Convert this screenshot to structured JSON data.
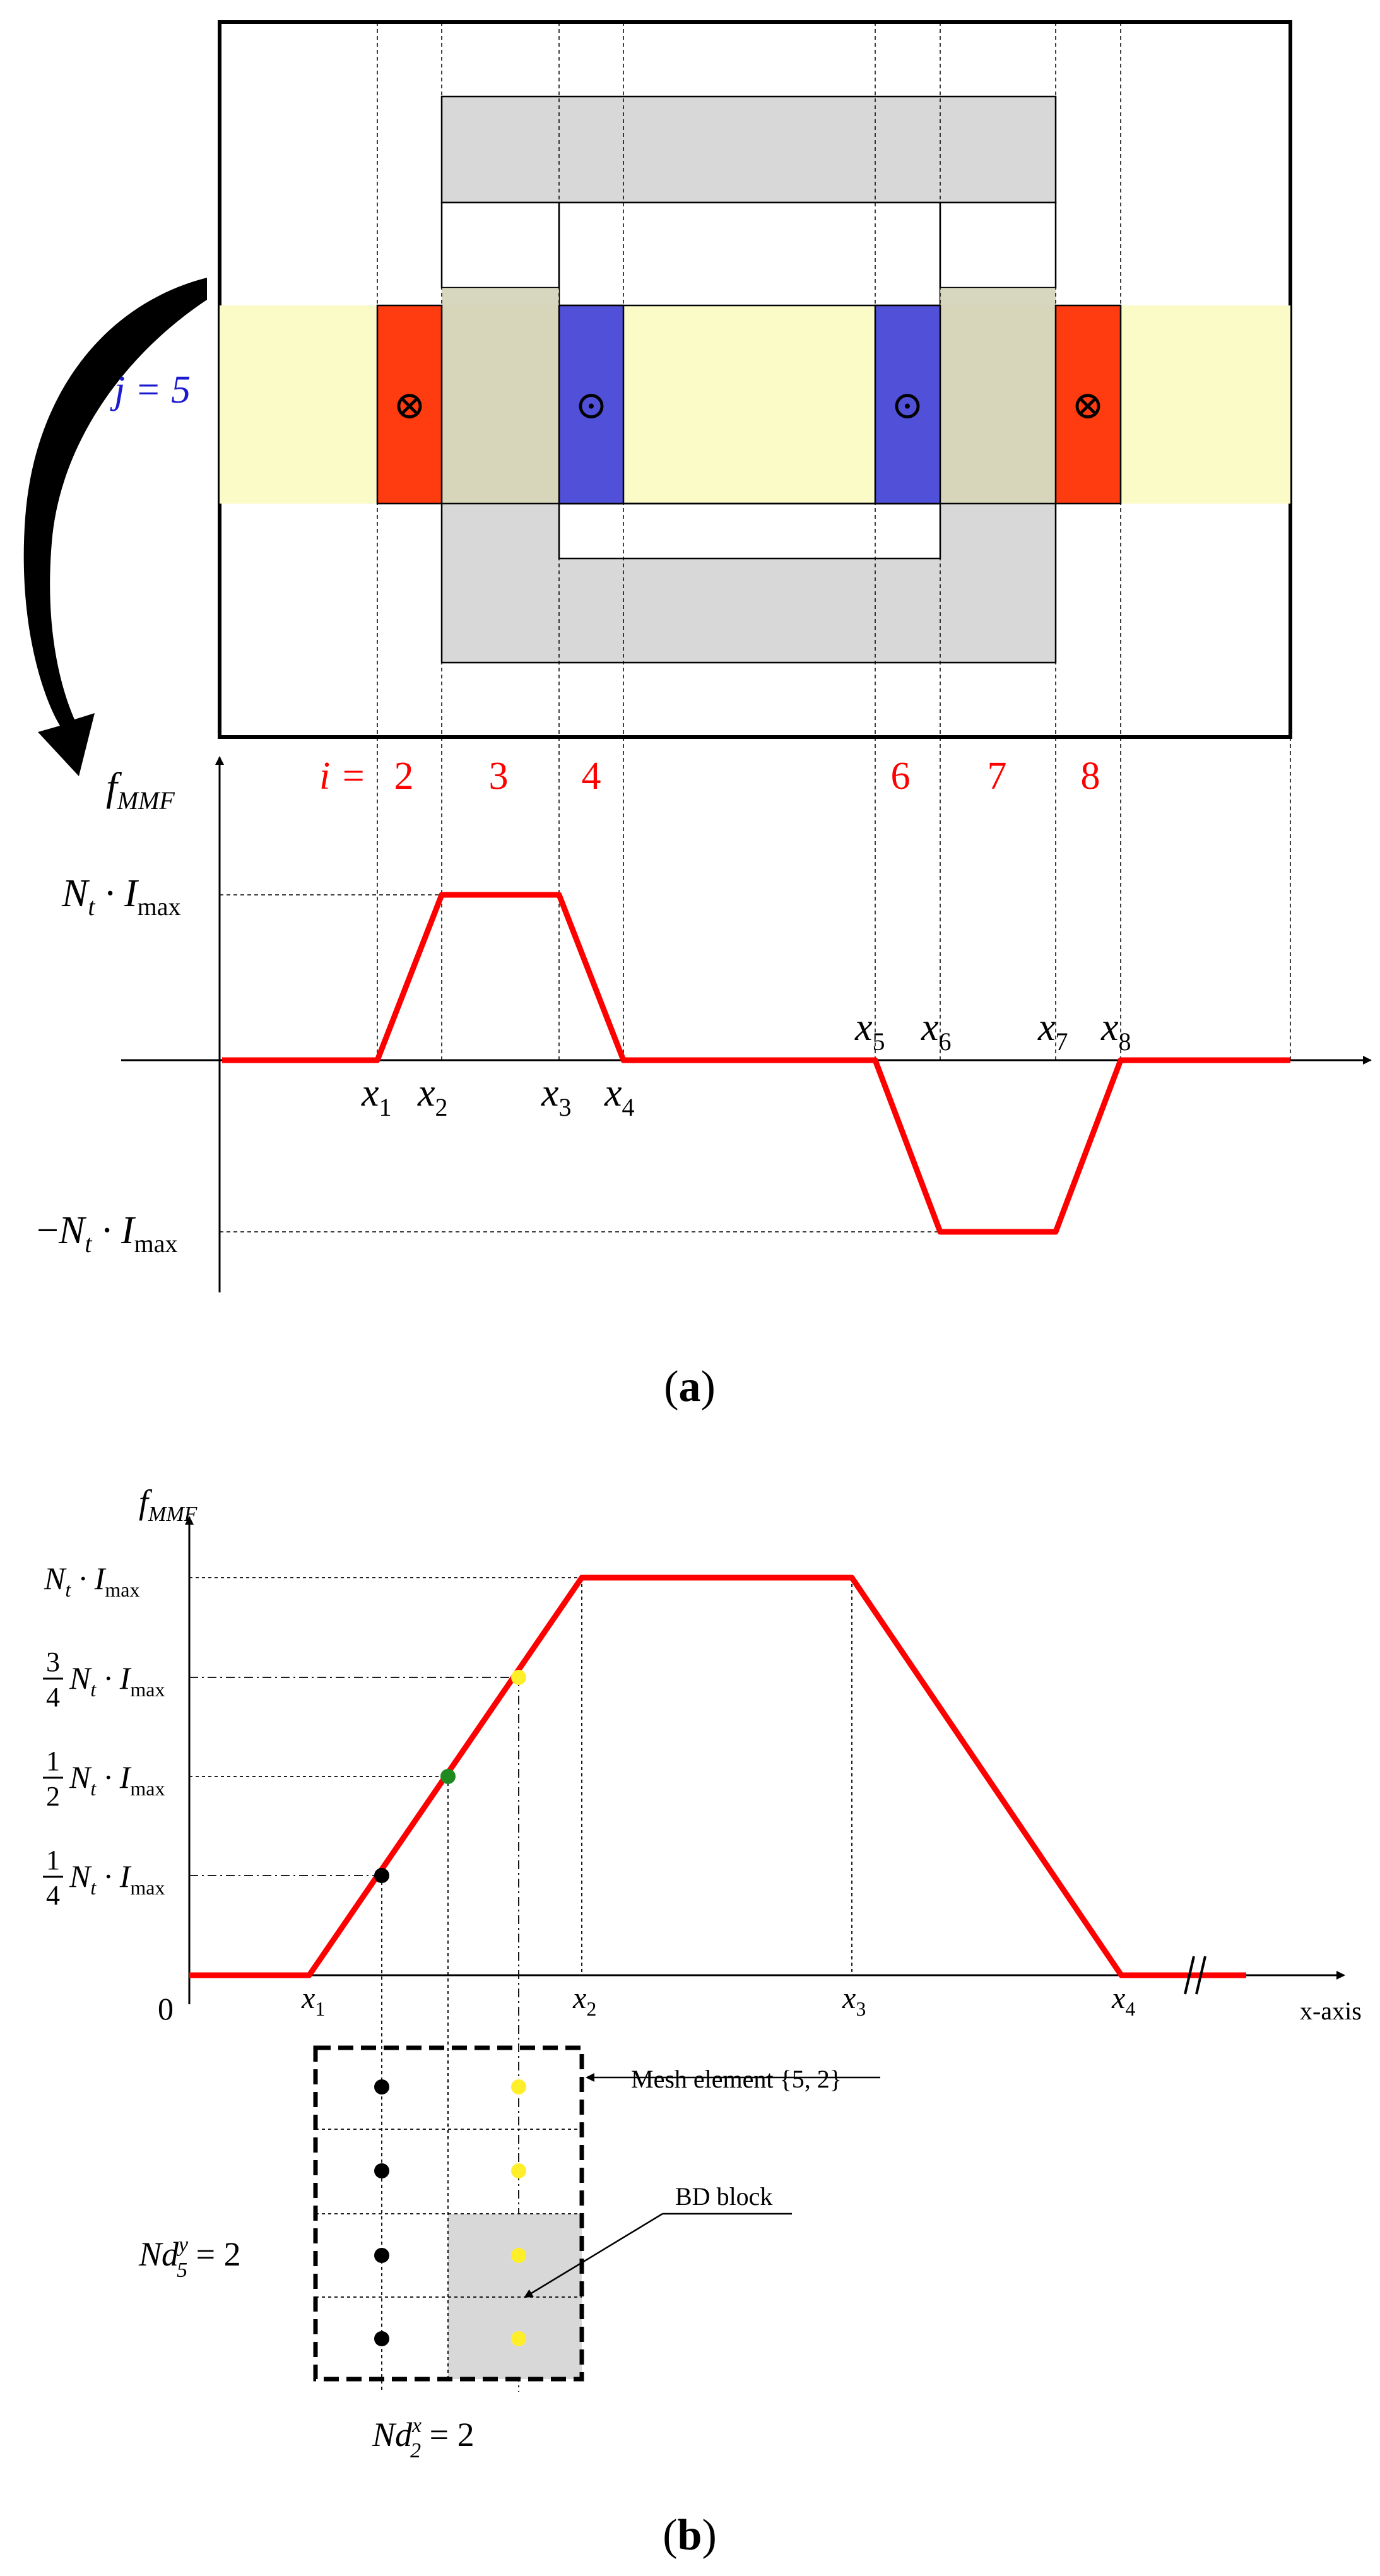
{
  "panel_a": {
    "caption_letter": "a",
    "j_label": "j = 5",
    "i_prefix": "i =",
    "region_numbers": [
      "2",
      "3",
      "4",
      "6",
      "7",
      "8"
    ],
    "ylabel_main": "f",
    "ylabel_sub": "MMF",
    "pos_level": {
      "a": "N",
      "a_sub": "t",
      "mid": " · I",
      "b_sub": "max"
    },
    "neg_level": {
      "sign": "−",
      "a": "N",
      "a_sub": "t",
      "mid": " · I",
      "b_sub": "max"
    },
    "x_markers": [
      {
        "base": "x",
        "sub": "1"
      },
      {
        "base": "x",
        "sub": "2"
      },
      {
        "base": "x",
        "sub": "3"
      },
      {
        "base": "x",
        "sub": "4"
      },
      {
        "base": "x",
        "sub": "5"
      },
      {
        "base": "x",
        "sub": "6"
      },
      {
        "base": "x",
        "sub": "7"
      },
      {
        "base": "x",
        "sub": "8"
      }
    ],
    "current_symbols": {
      "into_page": "⊗",
      "out_of_page": "⊙"
    },
    "colors": {
      "coil_red": "#ff3b10",
      "coil_blue": "#5050d8",
      "core_gray": "#d8d8d8",
      "band_yellow": "#fbfbc8",
      "curve_red": "#ff0000",
      "label_red": "#ff0000",
      "label_blue": "#1a1ad0"
    }
  },
  "panel_b": {
    "caption_letter": "b",
    "ylabel_main": "f",
    "ylabel_sub": "MMF",
    "origin": "0",
    "level_labels": [
      {
        "num": "",
        "den": "",
        "a": "N",
        "a_sub": "t",
        "mid": " · I",
        "b_sub": "max"
      },
      {
        "num": "3",
        "den": "4",
        "a": "N",
        "a_sub": "t",
        "mid": " · I",
        "b_sub": "max"
      },
      {
        "num": "1",
        "den": "2",
        "a": "N",
        "a_sub": "t",
        "mid": " · I",
        "b_sub": "max"
      },
      {
        "num": "1",
        "den": "4",
        "a": "N",
        "a_sub": "t",
        "mid": " · I",
        "b_sub": "max"
      }
    ],
    "x_markers": [
      {
        "base": "x",
        "sub": "1"
      },
      {
        "base": "x",
        "sub": "2"
      },
      {
        "base": "x",
        "sub": "3"
      },
      {
        "base": "x",
        "sub": "4"
      }
    ],
    "xaxis_label": "x-axis",
    "axis_break": "//",
    "mesh_element_label": "Mesh element {5, 2}",
    "bd_block_label": "BD block",
    "nd_y": {
      "base": "Nd",
      "sup": "y",
      "sub": "5",
      "eq": " = 2"
    },
    "nd_x": {
      "base": "Nd",
      "sup": "x",
      "sub": "2",
      "eq": " = 2"
    },
    "colors": {
      "curve_red": "#ff0000",
      "dot_black": "#000000",
      "dot_green": "#1f8a1f",
      "dot_yellow": "#ffef2a",
      "bd_gray": "#d8d8d8"
    }
  }
}
